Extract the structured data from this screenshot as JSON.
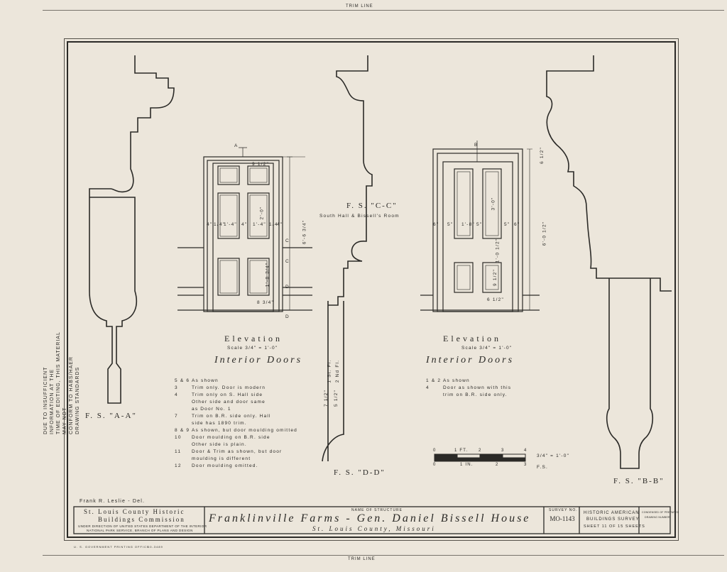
{
  "trim_top": "TRIM LINE",
  "trim_bottom": "TRIM LINE",
  "side_note": [
    "DUE TO INSUFFICIENT INFORMATION AT THE",
    "TIME OF EDITING, THIS MATERIAL MAY NOT",
    "CONFORM TO HABS/HAER DRAWING STANDARDS"
  ],
  "sections": {
    "aa": "F. S. \"A-A\"",
    "bb": "F. S. \"B-B\"",
    "cc": "F. S. \"C-C\"",
    "cc_sub": "South Hall & Bissell's Room",
    "dd": "F. S. \"D-D\""
  },
  "left_elevation": {
    "title": "Elevation",
    "scale": "Scale 3/4\" = 1'-0\"",
    "subtitle": "Interior Doors",
    "dims": [
      "4\"",
      "1/4\"",
      "1'-4\"",
      "4\"",
      "1'-4\"",
      "1/4\"",
      "4\"",
      "6'-6 3/4\"",
      "9 1/2\"",
      "2'-0\"",
      "1'-8 3/4\"",
      "8 3/4\""
    ],
    "markers": [
      "A",
      "C",
      "C",
      "D",
      "D"
    ]
  },
  "left_notes": [
    {
      "num": "5 & 6",
      "text": "As shown"
    },
    {
      "num": "3",
      "text": "Trim only. Door is modern"
    },
    {
      "num": "4",
      "text": "Trim only on S. Hall side"
    },
    {
      "num": "",
      "text": "Other side and door same"
    },
    {
      "num": "",
      "text": "as Door No. 1"
    },
    {
      "num": "7",
      "text": "Trim on B.R. side only. Hall"
    },
    {
      "num": "",
      "text": "side has 1890 trim."
    },
    {
      "num": "8 & 9",
      "text": "As shown, but door moulding omitted"
    },
    {
      "num": "10",
      "text": "Door moulding on B.R. side"
    },
    {
      "num": "",
      "text": "Other side is plain."
    },
    {
      "num": "11",
      "text": "Door & Trim as shown, but door"
    },
    {
      "num": "",
      "text": "moulding is different"
    },
    {
      "num": "12",
      "text": "Door moulding omitted."
    }
  ],
  "right_elevation": {
    "title": "Elevation",
    "scale": "Scale 3/4\" = 1'-0\"",
    "subtitle": "Interior Doors",
    "dims": [
      "B",
      "6\"",
      "5\"",
      "1'-8\"",
      "5\"",
      "5\"",
      "6\"",
      "6 1/2\"",
      "3'-0\"",
      "1'-0 1/2\"",
      "9 1/2\"",
      "6'-0 1/2\"",
      "6 1/2\""
    ]
  },
  "right_notes": [
    {
      "num": "1 & 2",
      "text": "As shown"
    },
    {
      "num": "4",
      "text": "Door as shown with this"
    },
    {
      "num": "",
      "text": "trim on B.R. side only."
    }
  ],
  "dd_dims": [
    "7 1/2\"",
    "1 St. Fl.",
    "5 1/2\"",
    "2 Nd Fl."
  ],
  "scale_bar": {
    "top_ticks": [
      "0",
      "1 FT.",
      "2",
      "3",
      "4"
    ],
    "bottom_ticks": [
      "0",
      "1 IN.",
      "2",
      "3"
    ],
    "top_label": "3/4\" = 1'-0\"",
    "bottom_label": "F.S."
  },
  "delineator": "Frank R. Leslie - Del.",
  "title_block": {
    "commission_1": "St. Louis County Historic",
    "commission_2": "Buildings Commission",
    "under_1": "UNDER DIRECTION OF UNITED STATES DEPARTMENT OF THE INTERIOR",
    "under_2": "NATIONAL PARK SERVICE, BRANCH OF PLANS AND DESIGN",
    "name_label": "NAME OF STRUCTURE",
    "structure": "Franklinville Farms - Gen. Daniel Bissell House",
    "location": "St. Louis County, Missouri",
    "survey_label": "SURVEY NO.",
    "survey_no": "MO-1143",
    "habs_1": "HISTORIC AMERICAN",
    "habs_2": "BUILDINGS SURVEY",
    "sheet": "SHEET 11 OF 15 SHEETS",
    "copy_1": "CONDENSED OF PREPARED",
    "copy_2": "DRAWING NUMBER"
  },
  "imprint_left": "U. S. GOVERNMENT PRINTING OFFICE",
  "imprint_num": "10-3489"
}
